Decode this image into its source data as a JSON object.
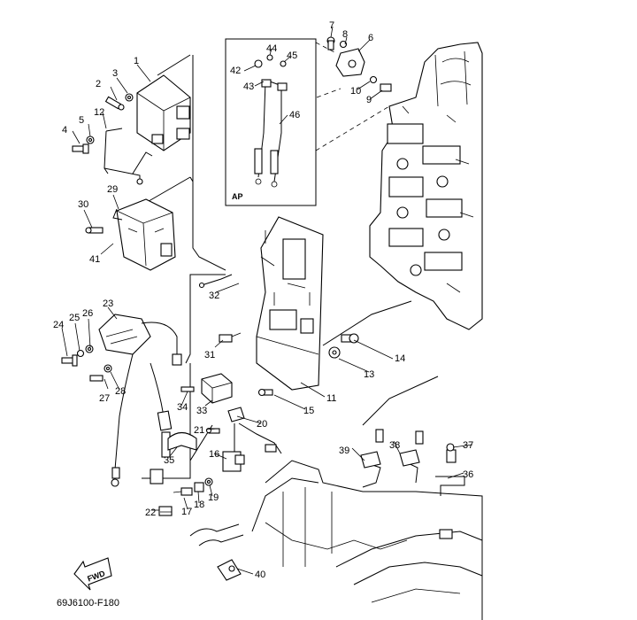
{
  "diagram": {
    "code": "69J6100-F180",
    "fwd_label": "FWD",
    "inset_label": "AP",
    "callouts": [
      "1",
      "2",
      "3",
      "4",
      "5",
      "6",
      "7",
      "8",
      "9",
      "10",
      "11",
      "12",
      "13",
      "14",
      "15",
      "16",
      "17",
      "18",
      "19",
      "20",
      "21",
      "22",
      "23",
      "24",
      "25",
      "26",
      "27",
      "28",
      "29",
      "30",
      "31",
      "32",
      "33",
      "34",
      "35",
      "36",
      "37",
      "38",
      "39",
      "40",
      "41",
      "42",
      "43",
      "44",
      "45",
      "46"
    ]
  }
}
